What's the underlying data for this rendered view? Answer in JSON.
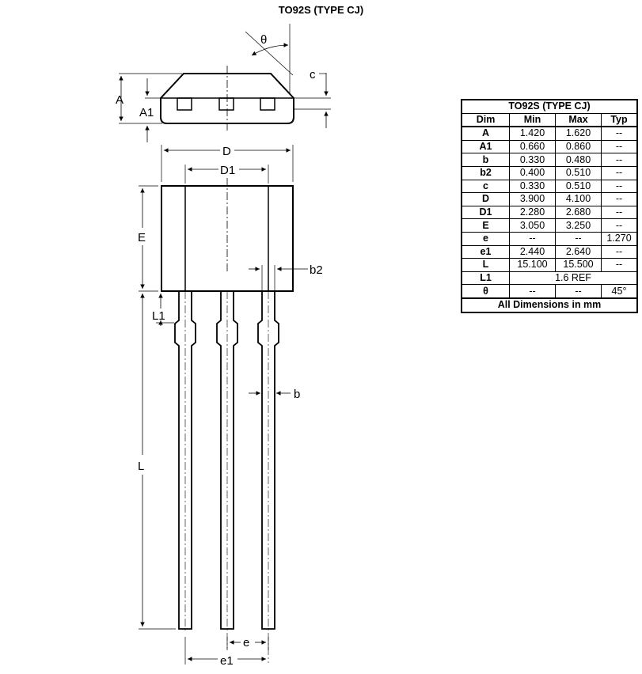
{
  "title": "TO92S (TYPE CJ)",
  "drawing_labels": {
    "A": "A",
    "A1": "A1",
    "c": "c",
    "theta": "θ",
    "D": "D",
    "D1": "D1",
    "E": "E",
    "b2": "b2",
    "L1": "L1",
    "b": "b",
    "L": "L",
    "e": "e",
    "e1": "e1"
  },
  "table": {
    "title": "TO92S (TYPE CJ)",
    "headers": [
      "Dim",
      "Min",
      "Max",
      "Typ"
    ],
    "rows": [
      {
        "dim": "A",
        "min": "1.420",
        "max": "1.620",
        "typ": "--"
      },
      {
        "dim": "A1",
        "min": "0.660",
        "max": "0.860",
        "typ": "--"
      },
      {
        "dim": "b",
        "min": "0.330",
        "max": "0.480",
        "typ": "--"
      },
      {
        "dim": "b2",
        "min": "0.400",
        "max": "0.510",
        "typ": "--"
      },
      {
        "dim": "c",
        "min": "0.330",
        "max": "0.510",
        "typ": "--"
      },
      {
        "dim": "D",
        "min": "3.900",
        "max": "4.100",
        "typ": "--"
      },
      {
        "dim": "D1",
        "min": "2.280",
        "max": "2.680",
        "typ": "--"
      },
      {
        "dim": "E",
        "min": "3.050",
        "max": "3.250",
        "typ": "--"
      },
      {
        "dim": "e",
        "min": "--",
        "max": "--",
        "typ": "1.270"
      },
      {
        "dim": "e1",
        "min": "2.440",
        "max": "2.640",
        "typ": "--"
      },
      {
        "dim": "L",
        "min": "15.100",
        "max": "15.500",
        "typ": "--"
      },
      {
        "dim": "L1",
        "span": "1.6 REF"
      },
      {
        "dim": "θ",
        "min": "--",
        "max": "--",
        "typ": "45°"
      }
    ],
    "footer": "All Dimensions in mm"
  }
}
